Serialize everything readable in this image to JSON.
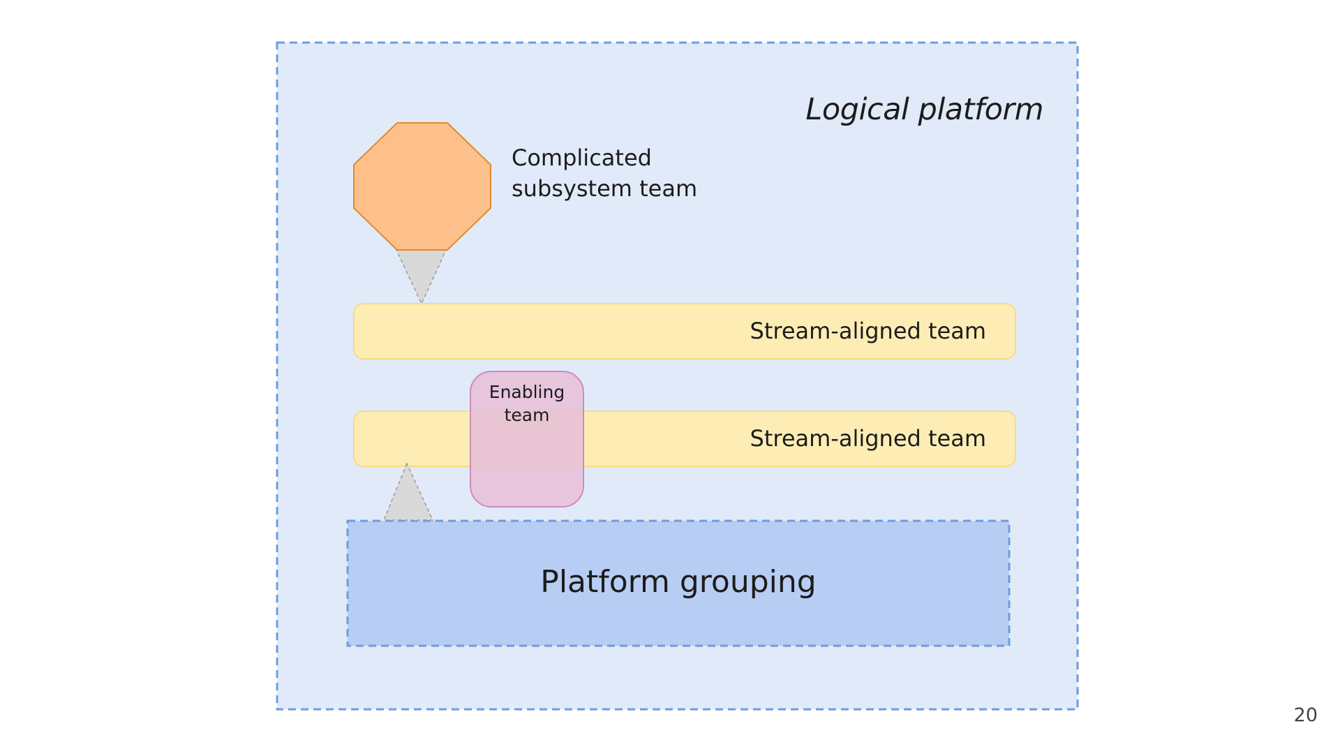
{
  "slide": {
    "page_number": "20"
  },
  "diagram": {
    "logical_platform": {
      "label": "Logical platform",
      "fill": "#e1eaf8",
      "border": "#6b9de0"
    },
    "complicated_subsystem_team": {
      "label": "Complicated subsystem team",
      "fill": "#fec08a",
      "border": "#e08a2c"
    },
    "stream_aligned_teams": [
      {
        "label": "Stream-aligned team",
        "fill": "#fdedb5",
        "border": "#f7dc84"
      },
      {
        "label": "Stream-aligned team",
        "fill": "#fdedb5",
        "border": "#f7dc84"
      }
    ],
    "enabling_team": {
      "label": "Enabling team",
      "fill": "#e6bfd8",
      "border": "#cc8db8"
    },
    "platform_grouping": {
      "label": "Platform grouping",
      "fill": "#b8cdf3",
      "border": "#6b9de0"
    },
    "interaction_icons": [
      {
        "name": "facilitating-triangle-down",
        "fill": "#d9d9d9",
        "border": "#999999"
      },
      {
        "name": "x-as-a-service-triangle-up",
        "fill": "#d9d9d9",
        "border": "#999999"
      }
    ]
  }
}
